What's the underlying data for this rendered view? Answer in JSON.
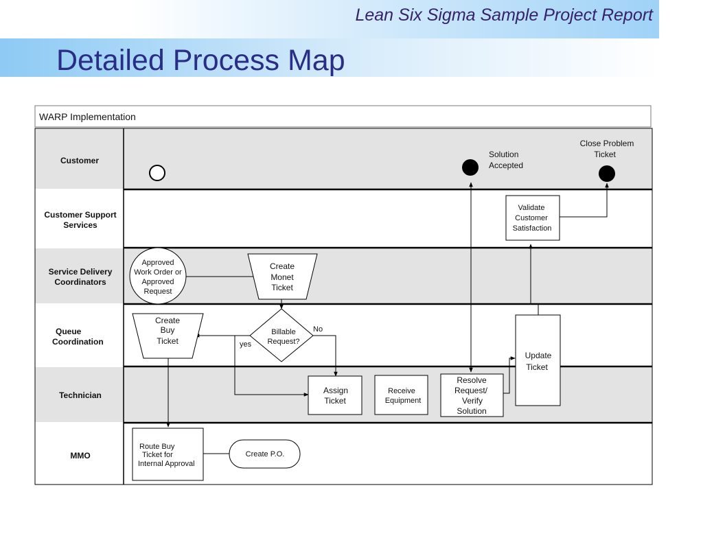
{
  "header": {
    "subtitle": "Lean Six Sigma Sample Project Report",
    "title": "Detailed Process Map"
  },
  "colors": {
    "header_title": "#2a2d86",
    "header_subtitle": "#35226b",
    "header_gradient": "#8dcaf4",
    "lane_gray": "#e3e3e3"
  },
  "pool": {
    "title": "WARP Implementation"
  },
  "lanes": {
    "customer": [
      "Customer"
    ],
    "css": [
      "Customer  Support",
      "Services"
    ],
    "sdc": [
      "Service Delivery",
      "Coordinators"
    ],
    "queue_1": "Queue",
    "queue_2": "Coordination",
    "technician": [
      "Technician"
    ],
    "mmo": [
      "MMO"
    ]
  },
  "nodes": {
    "solution_accepted": [
      "Solution",
      "Accepted"
    ],
    "close_problem": [
      "Close Problem",
      "Ticket"
    ],
    "validate": [
      "Validate",
      "Customer",
      "Satisfaction"
    ],
    "approved": [
      "Approved",
      "Work Order or",
      "Approved",
      "Request"
    ],
    "create_monet": [
      "Create",
      "Monet",
      "Ticket"
    ],
    "create_buy": [
      "Create",
      "Buy",
      "Ticket"
    ],
    "billable": [
      "Billable",
      "Request?"
    ],
    "no_label": "No",
    "yes_label": "yes",
    "update_ticket": [
      "Update",
      "Ticket"
    ],
    "assign_ticket": [
      "Assign",
      "Ticket"
    ],
    "receive_equipment": [
      "Receive",
      "Equipment"
    ],
    "resolve": [
      "Resolve",
      "Request/",
      "Verify",
      "Solution"
    ],
    "route_buy": [
      "Route Buy",
      "Ticket for",
      "Internal Approval"
    ],
    "create_po": [
      "Create P.O."
    ]
  }
}
